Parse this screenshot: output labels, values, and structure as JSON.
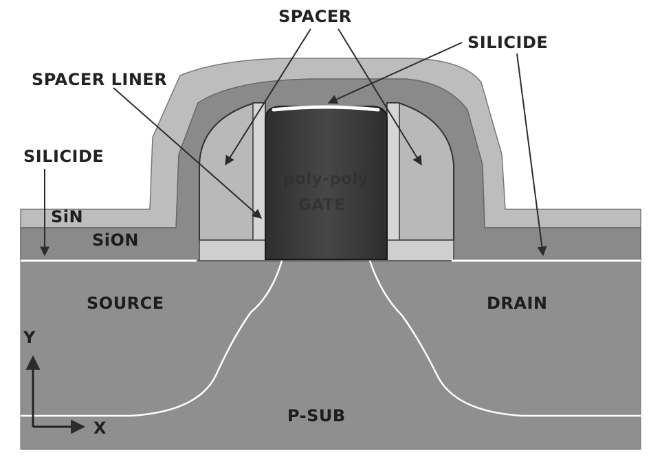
{
  "labels": {
    "spacer": "SPACER",
    "silicide_top": "SILICIDE",
    "spacer_liner": "SPACER LINER",
    "silicide_left": "SILICIDE",
    "sin": "SiN",
    "sion": "SiON",
    "poly_gate_line1": "poly-poly",
    "poly_gate_line2": "GATE",
    "source": "SOURCE",
    "drain": "DRAIN",
    "p_sub": "P-SUB",
    "axis_y": "Y",
    "axis_x": "X"
  },
  "colors": {
    "substrate": "#8f8f8f",
    "sin_layer": "#bdbdbd",
    "sion_layer": "#8a8a8a",
    "spacer": "#b9b9b9",
    "liner": "#d4d4d4",
    "gate": "#3a3a3a",
    "junction_line": "#ffffff",
    "arrow": "#2b2b2b"
  }
}
